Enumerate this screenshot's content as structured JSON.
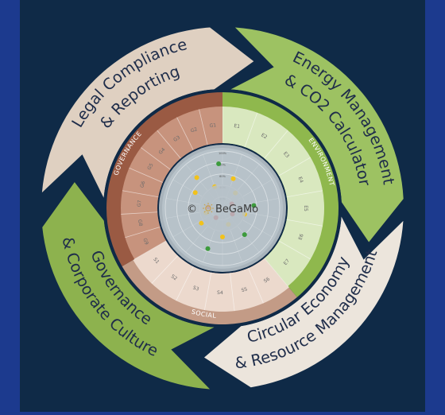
{
  "arrows": [
    {
      "id": "legal",
      "line1": "Legal Compliance",
      "line2": "& Reporting",
      "fill": "#dfd0c1",
      "text_color": "#1f2d4a"
    },
    {
      "id": "energy",
      "line1": "Energy Management",
      "line2": "& CO2 Calculator",
      "fill": "#9dc262",
      "text_color": "#1f2d4a"
    },
    {
      "id": "circular",
      "line1": "Circular Economy",
      "line2": "& Resource Management",
      "fill": "#ece5dc",
      "text_color": "#1f2d4a"
    },
    {
      "id": "governance",
      "line1": "Governance",
      "line2": "& Corporate Culture",
      "fill": "#8db24e",
      "text_color": "#1f2d4a"
    }
  ],
  "sectors": {
    "governance": {
      "label": "GOVERNANCE",
      "band_color": "#9a5a43",
      "cell_color": "#c7937d",
      "cells": [
        "G1",
        "G2",
        "G3",
        "G4",
        "G5",
        "G6",
        "G7",
        "G8",
        "G9"
      ]
    },
    "environment": {
      "label": "ENVIRONMENT",
      "band_color": "#8fb84d",
      "cell_color": "#d9e8bf",
      "cells": [
        "E1",
        "E2",
        "E3",
        "E4",
        "E5",
        "E6",
        "E7"
      ]
    },
    "social": {
      "label": "SOCIAL",
      "band_color": "#c39b86",
      "cell_color": "#ecd9cd",
      "cells": [
        "S1",
        "S2",
        "S3",
        "S4",
        "S5",
        "S6"
      ]
    }
  },
  "radar": {
    "ticks": [
      "100%",
      "80%",
      "60%",
      "40%",
      "20%"
    ],
    "points": [
      {
        "angle": -5,
        "level": 0.78,
        "status": "green"
      },
      {
        "angle": 20,
        "level": 0.55,
        "status": "yellow"
      },
      {
        "angle": 40,
        "level": 0.35,
        "status": "yellow"
      },
      {
        "angle": 65,
        "level": 0.18,
        "status": "red"
      },
      {
        "angle": 85,
        "level": 0.55,
        "status": "green"
      },
      {
        "angle": 105,
        "level": 0.4,
        "status": "yellow"
      },
      {
        "angle": 120,
        "level": 0.2,
        "status": "red"
      },
      {
        "angle": 140,
        "level": 0.6,
        "status": "green"
      },
      {
        "angle": 160,
        "level": 0.3,
        "status": "yellow"
      },
      {
        "angle": 180,
        "level": 0.5,
        "status": "yellow"
      },
      {
        "angle": 200,
        "level": 0.75,
        "status": "green"
      },
      {
        "angle": 215,
        "level": 0.2,
        "status": "red"
      },
      {
        "angle": 235,
        "level": 0.45,
        "status": "yellow"
      },
      {
        "angle": 255,
        "level": 0.3,
        "status": "yellow"
      },
      {
        "angle": 275,
        "level": 0.25,
        "status": "red"
      },
      {
        "angle": 300,
        "level": 0.55,
        "status": "yellow"
      },
      {
        "angle": 320,
        "level": 0.7,
        "status": "yellow"
      },
      {
        "angle": 340,
        "level": 0.4,
        "status": "yellow"
      }
    ]
  },
  "logo": {
    "copyright": "©",
    "name": "BeGaMo"
  },
  "colors": {
    "frame": "#1c3a8e",
    "panel": "#0f2a47",
    "green": "#3d9b3d",
    "yellow": "#f2c21b",
    "red": "#c8201e",
    "radar_fill": "#b7c2c9",
    "radar_ring": "#d9dfe3"
  }
}
